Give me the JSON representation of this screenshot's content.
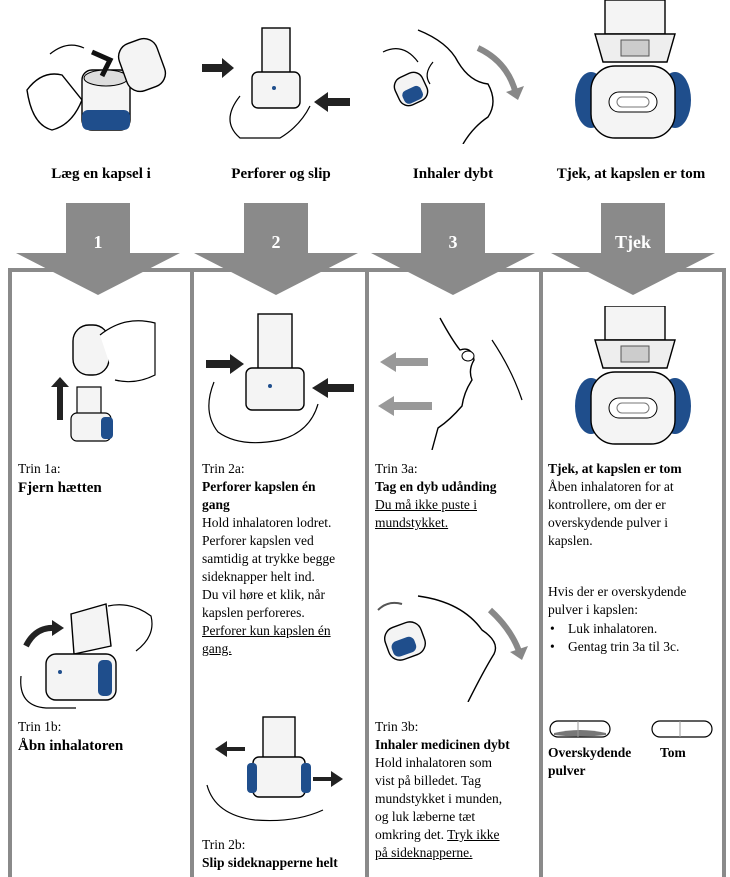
{
  "top_steps": [
    {
      "label": "Læg en kapsel i"
    },
    {
      "label": "Perforer og slip"
    },
    {
      "label": "Inhaler dybt"
    },
    {
      "label": "Tjek, at kapslen er tom"
    }
  ],
  "arrows": [
    "1",
    "2",
    "3",
    "Tjek"
  ],
  "col1": {
    "s1a_head": "Trin 1a:",
    "s1a_title": "Fjern hætten",
    "s1b_head": "Trin 1b:",
    "s1b_title": "Åbn inhalatoren"
  },
  "col2": {
    "s2a_head": "Trin 2a:",
    "s2a_title_1": "Perforer kapslen én",
    "s2a_title_2": "gang",
    "s2a_body": [
      "Hold inhalatoren lodret.",
      "Perforer kapslen ved",
      "samtidig at trykke begge",
      "sideknapper helt ind.",
      "Du vil høre et klik, når",
      "kapslen perforeres."
    ],
    "s2a_note_1": "Perforer kun kapslen én",
    "s2a_note_2": "gang.",
    "s2b_head": "Trin 2b:",
    "s2b_title": "Slip sideknapperne helt"
  },
  "col3": {
    "s3a_head": "Trin 3a:",
    "s3a_title": "Tag en dyb udånding",
    "s3a_note_1": "Du må ikke puste i",
    "s3a_note_2": "mundstykket.",
    "s3b_head": "Trin 3b:",
    "s3b_title": "Inhaler medicinen dybt",
    "s3b_body": [
      "Hold inhalatoren som",
      "vist på billedet. Tag",
      "mundstykket i munden,",
      "og luk læberne tæt"
    ],
    "s3b_tail_plain": "omkring det. ",
    "s3b_tail_u": "Tryk ikke",
    "s3b_tail_u2": "på sideknapperne."
  },
  "col4": {
    "title": "Tjek, at kapslen er tom",
    "body": [
      "Åben inhalatoren for at",
      "kontrollere, om der er",
      "overskydende pulver i",
      "kapslen."
    ],
    "body2": [
      "Hvis der er overskydende",
      "pulver i kapslen:"
    ],
    "bullets": [
      "Luk inhalatoren.",
      "Gentag trin 3a til 3c."
    ],
    "cap_full_1": "Overskydende",
    "cap_full_2": "pulver",
    "cap_empty": "Tom"
  },
  "colors": {
    "arrow": "#8a8a8a",
    "blue": "#1f4e8c",
    "frame": "#8a8a8a"
  }
}
